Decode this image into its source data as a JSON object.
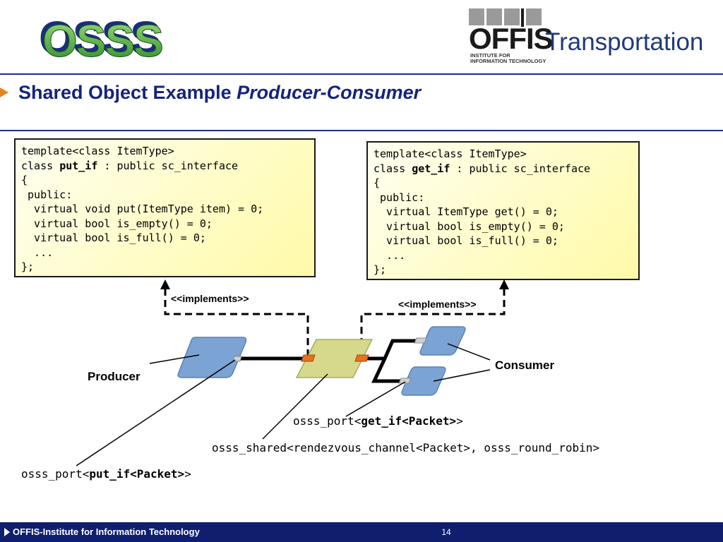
{
  "header": {
    "osss_logo_text": "OSSS",
    "offis_word": "OFFIS",
    "transportation_word": "Transportation",
    "institute_line1": "INSTITUTE FOR",
    "institute_line2": "INFORMATION TECHNOLOGY"
  },
  "slide": {
    "title_plain": "Shared Object Example",
    "title_italic": "Producer-Consumer"
  },
  "code_left": {
    "l1": "template<class ItemType>",
    "l2_prefix": "class ",
    "l2_name": "put_if",
    "l2_suffix": " : public sc_interface",
    "l3": "{",
    "l4": " public:",
    "l5": "  virtual void put(ItemType item) = 0;",
    "l6": "  virtual bool is_empty() = 0;",
    "l7": "  virtual bool is_full() = 0;",
    "l8": "  ...",
    "l9": "};"
  },
  "code_right": {
    "l1": "template<class ItemType>",
    "l2_prefix": "class ",
    "l2_name": "get_if",
    "l2_suffix": " : public sc_interface",
    "l3": "{",
    "l4": " public:",
    "l5": "  virtual ItemType get() = 0;",
    "l6": "  virtual bool is_empty() = 0;",
    "l7": "  virtual bool is_full() = 0;",
    "l8": "  ...",
    "l9": "};"
  },
  "diagram": {
    "implements_left": "<<implements>>",
    "implements_right": "<<implements>>",
    "producer_label": "Producer",
    "consumer_label": "Consumer",
    "get_port_prefix": "osss_port<",
    "get_port_bold": "get_if<Packet>",
    "get_port_suffix": ">",
    "shared_label": "osss_shared<rendezvous_channel<Packet>, osss_round_robin>",
    "put_port_prefix": "osss_port<",
    "put_port_bold": "put_if<Packet>",
    "put_port_suffix": ">",
    "colors": {
      "module_fill": "#7ba3d4",
      "shared_fill": "#d6d98c",
      "port_orange": "#e8701e",
      "port_gray": "#d0d0d0"
    }
  },
  "footer": {
    "institute": "OFFIS-Institute for Information Technology",
    "page_number": "14"
  }
}
